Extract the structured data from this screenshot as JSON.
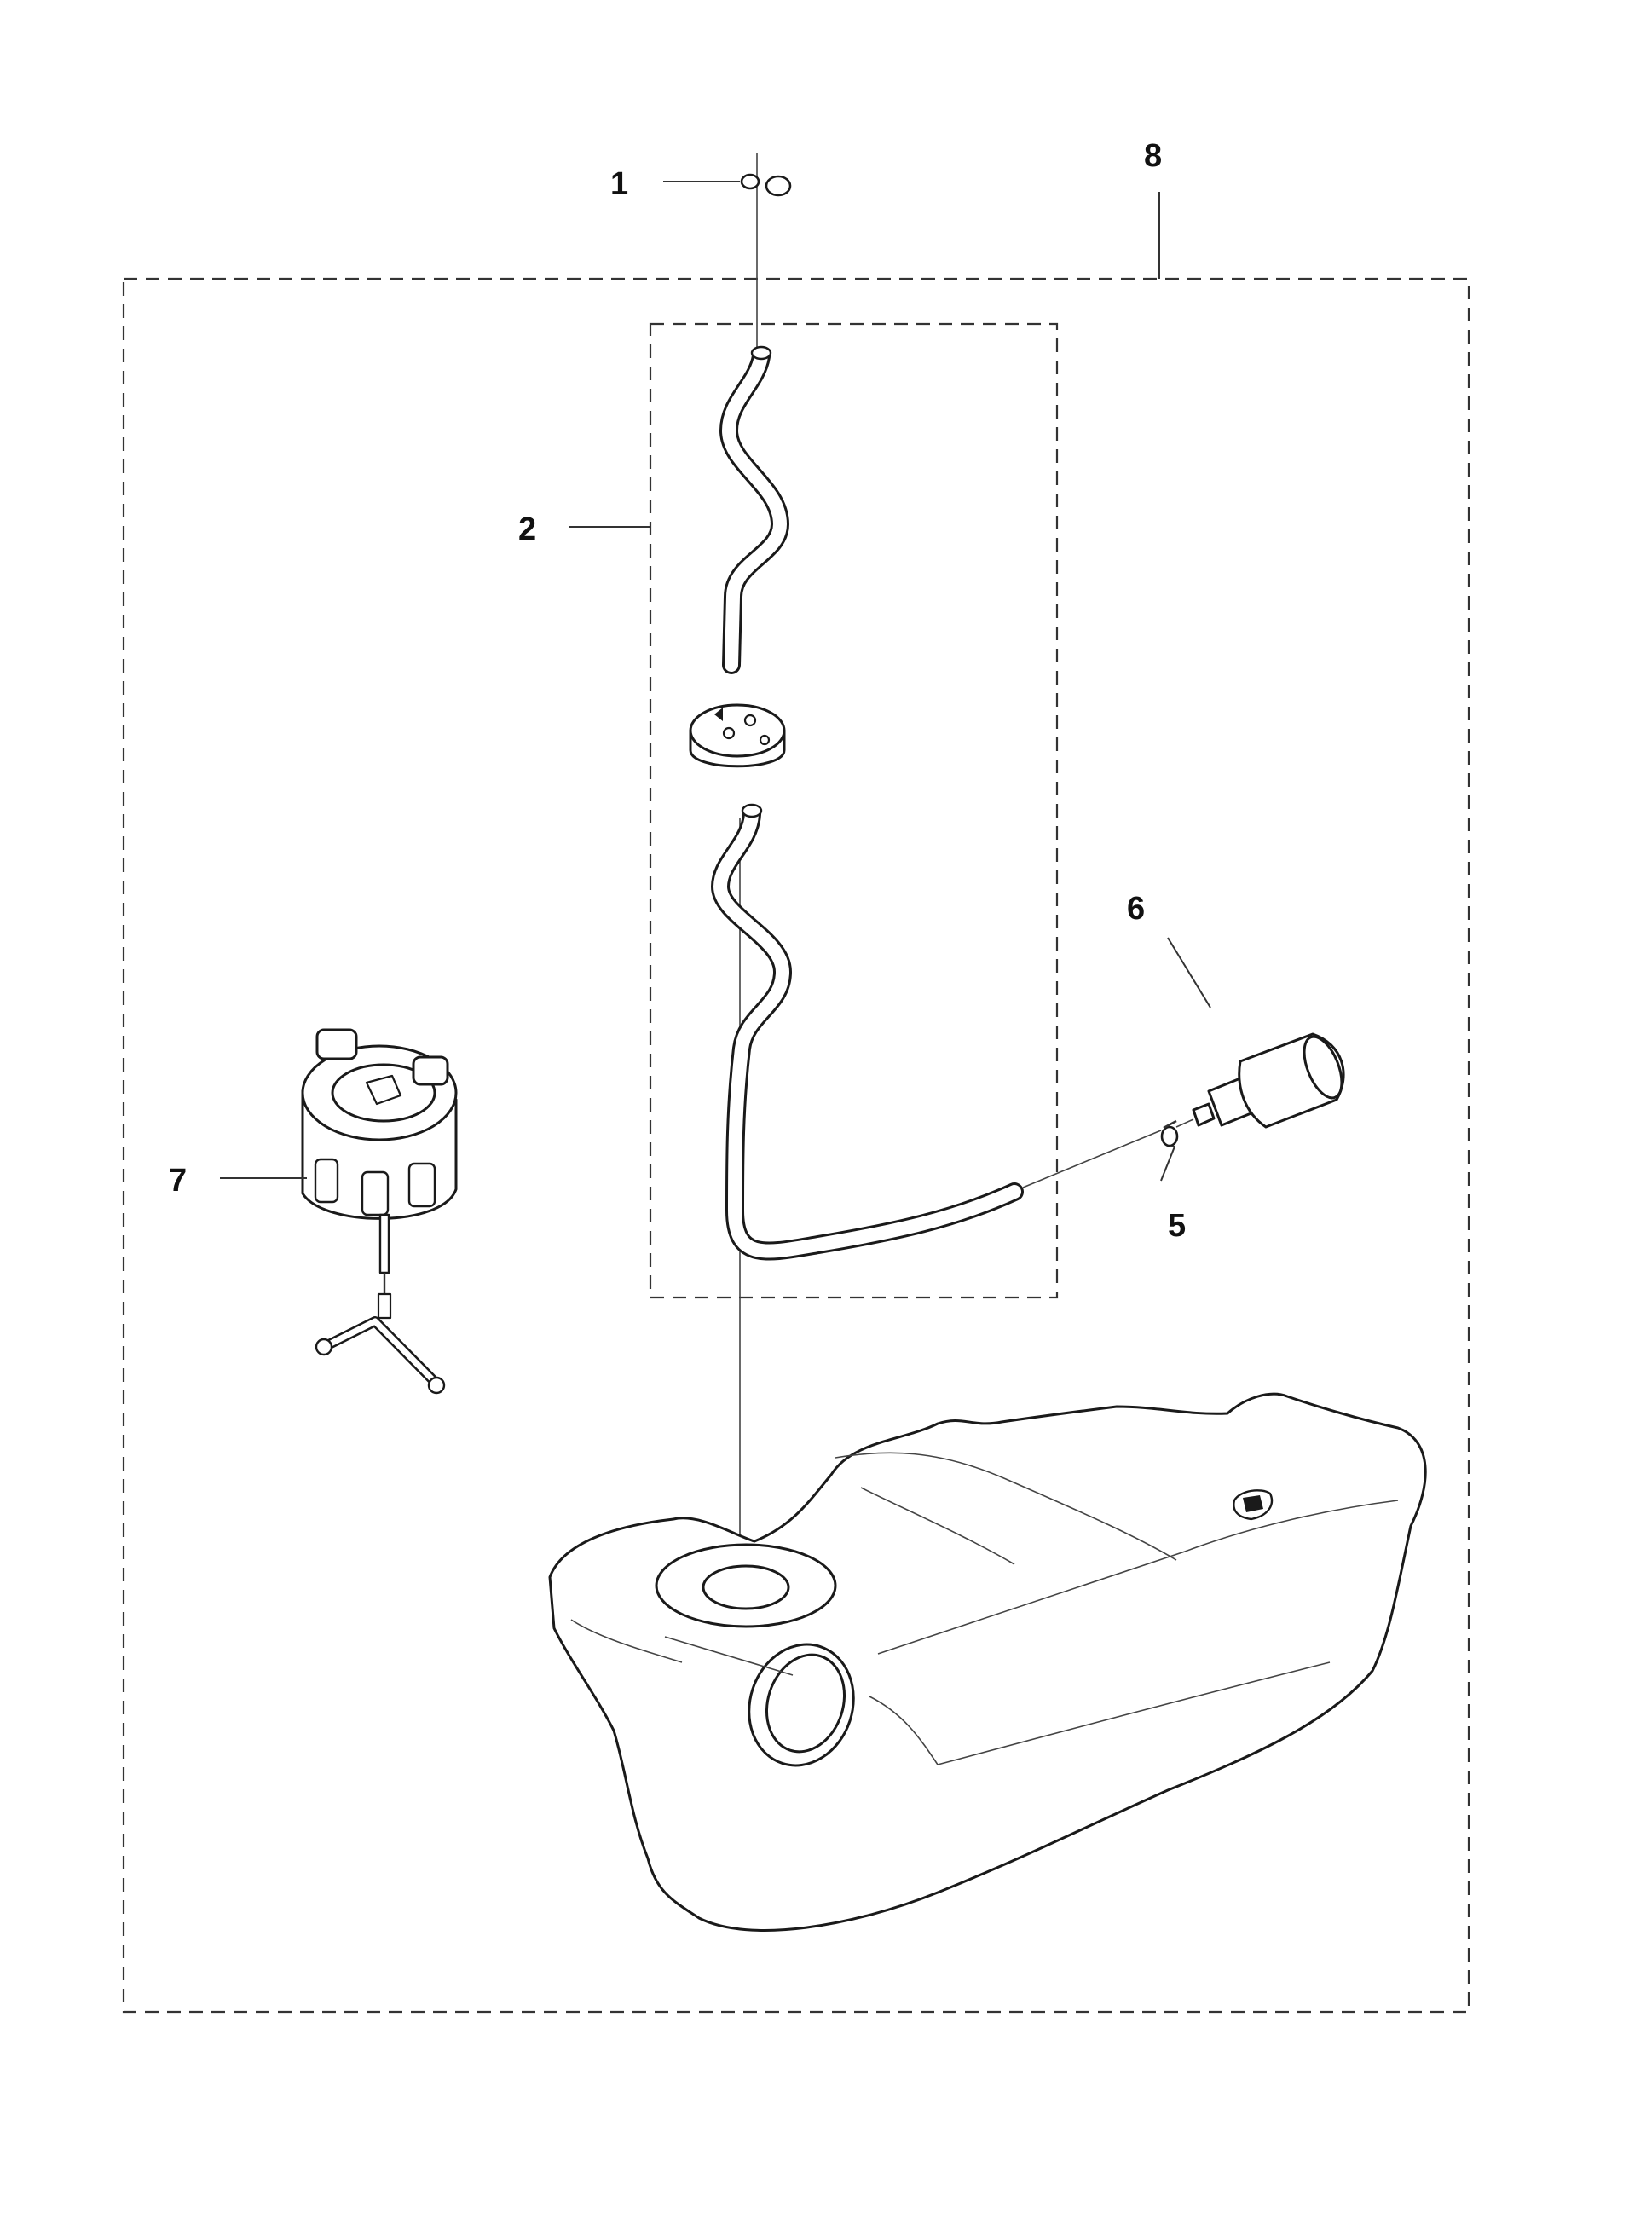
{
  "callouts": {
    "c1": "1",
    "c2": "2",
    "c5": "5",
    "c6": "6",
    "c7": "7",
    "c8": "8"
  },
  "colors": {
    "line": "#1a1a1a",
    "background": "#ffffff"
  }
}
